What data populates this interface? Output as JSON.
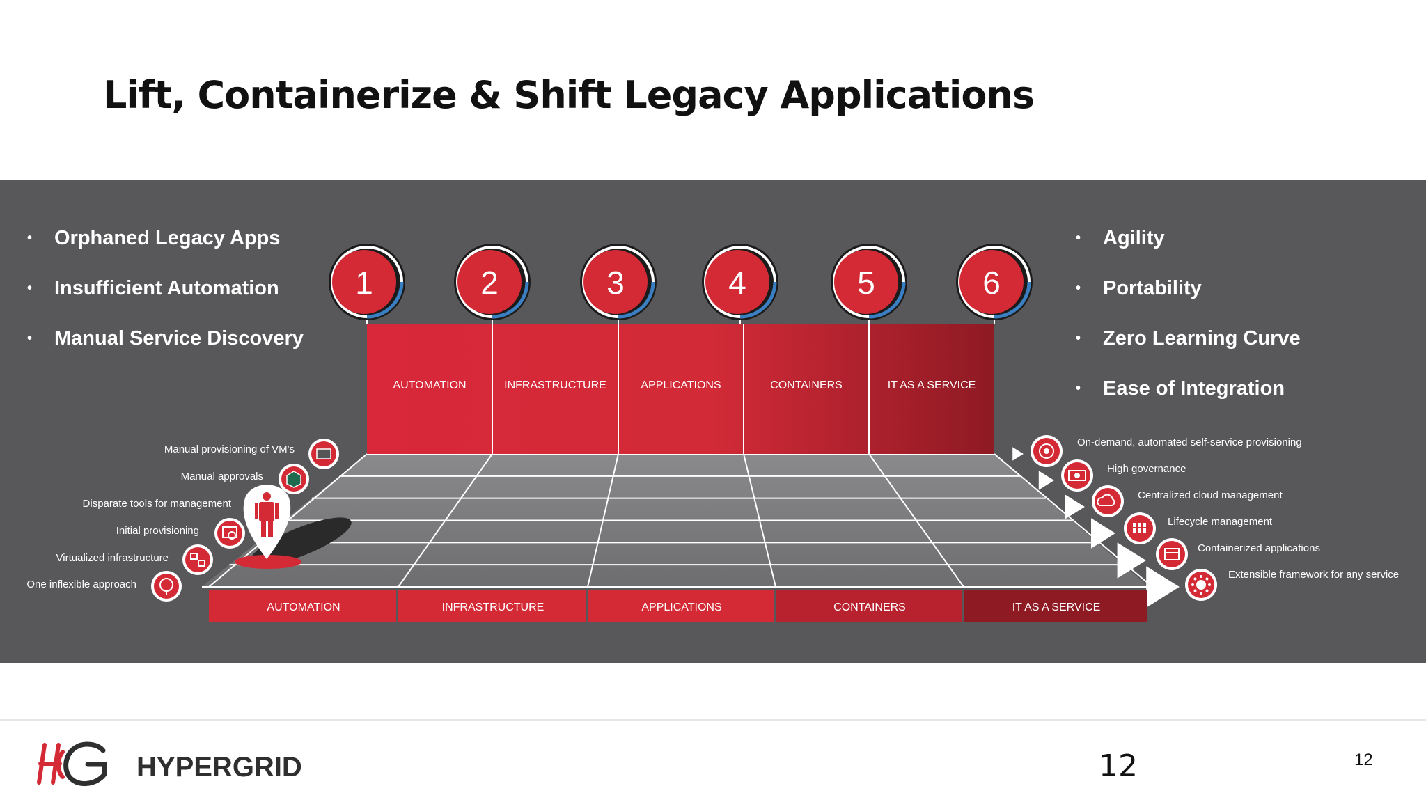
{
  "slide": {
    "title": "Lift, Containerize & Shift Legacy Applications",
    "page_number_large": "12",
    "page_number_small": "12"
  },
  "left_bullets": [
    "Orphaned Legacy Apps",
    "Insufficient Automation",
    "Manual Service Discovery"
  ],
  "right_bullets": [
    "Agility",
    "Portability",
    "Zero Learning Curve",
    "Ease of Integration"
  ],
  "steps": [
    {
      "number": "1",
      "label": "AUTOMATION"
    },
    {
      "number": "2",
      "label": "INFRASTRUCTURE"
    },
    {
      "number": "3",
      "label": "APPLICATIONS"
    },
    {
      "number": "4",
      "label": "CONTAINERS"
    },
    {
      "number": "5",
      "label": "IT AS A SERVICE"
    },
    {
      "number": "6",
      "label": ""
    }
  ],
  "bottom_labels": [
    "AUTOMATION",
    "INFRASTRUCTURE",
    "APPLICATIONS",
    "CONTAINERS",
    "IT AS A SERVICE"
  ],
  "left_items": [
    {
      "label": "Manual provisioning of VM's",
      "icon": "server-box-icon"
    },
    {
      "label": "Manual approvals",
      "icon": "cube-icon"
    },
    {
      "label": "Disparate tools for management",
      "icon": "tools-icon"
    },
    {
      "label": "Initial provisioning",
      "icon": "gear-screen-icon"
    },
    {
      "label": "Virtualized infrastructure",
      "icon": "network-icon"
    },
    {
      "label": "One inflexible approach",
      "icon": "brain-icon"
    }
  ],
  "right_items": [
    {
      "label": "On-demand, automated self-service provisioning",
      "icon": "target-icon"
    },
    {
      "label": "High governance",
      "icon": "camera-icon"
    },
    {
      "label": "Centralized cloud management",
      "icon": "cloud-gear-icon"
    },
    {
      "label": "Lifecycle management",
      "icon": "grid-icon"
    },
    {
      "label": "Containerized applications",
      "icon": "container-icon"
    },
    {
      "label": "Extensible framework for any service",
      "icon": "expand-icon"
    }
  ],
  "brand": {
    "name": "HYPERGRID",
    "red": "#d42a35",
    "dark_red": "#8e1a24",
    "band_gray": "#58585a",
    "ring_blue": "#3a7fc1"
  }
}
